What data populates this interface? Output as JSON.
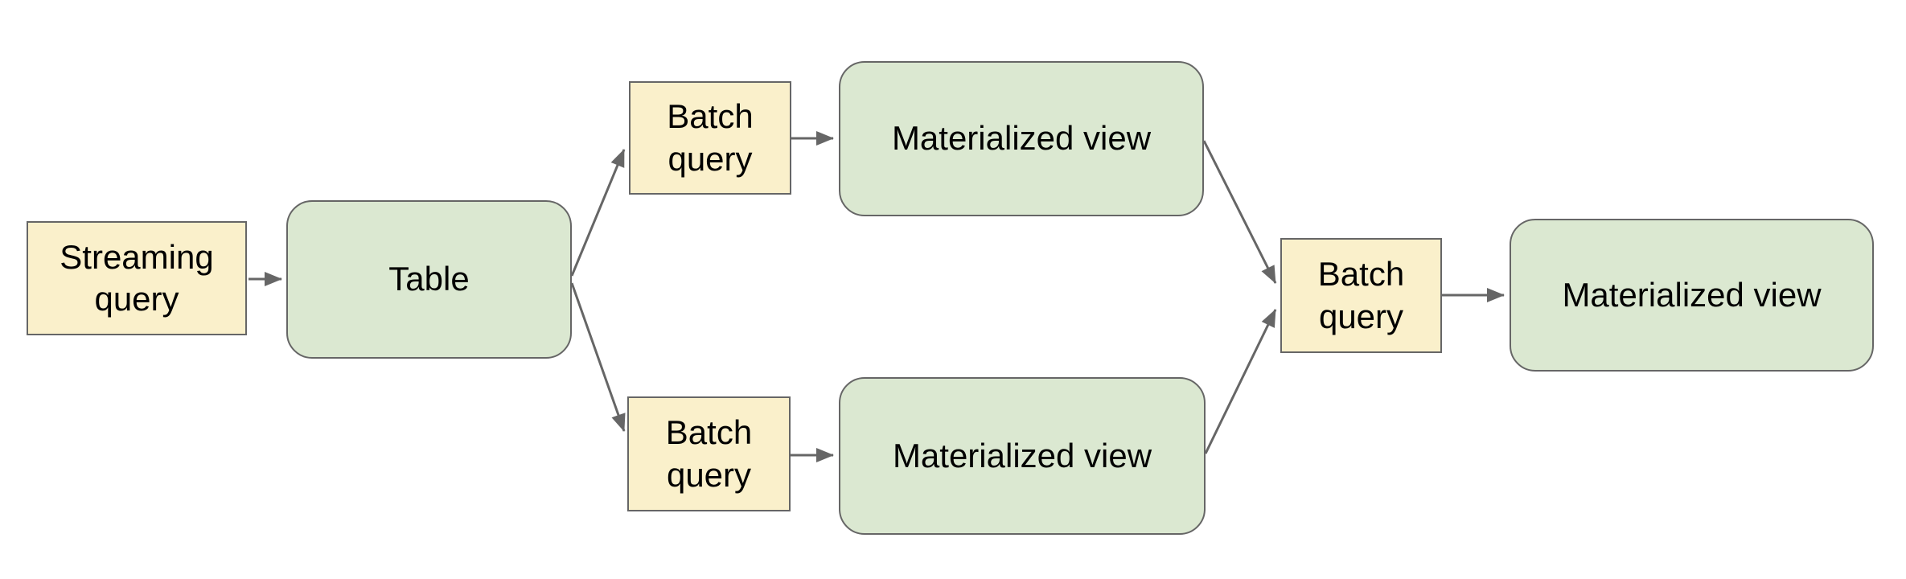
{
  "diagram": {
    "colors": {
      "query_fill": "#faf0cb",
      "view_fill": "#dbe8d1",
      "border": "#666666",
      "arrow": "#666666",
      "text": "#000000",
      "background": "#ffffff"
    },
    "nodes": [
      {
        "id": "streaming-query",
        "label": "Streaming query",
        "shape": "rectangle",
        "fill": "#faf0cb"
      },
      {
        "id": "table",
        "label": "Table",
        "shape": "rounded",
        "fill": "#dbe8d1"
      },
      {
        "id": "batch-query-top",
        "label": "Batch query",
        "shape": "rectangle",
        "fill": "#faf0cb"
      },
      {
        "id": "materialized-view-top",
        "label": "Materialized view",
        "shape": "rounded",
        "fill": "#dbe8d1"
      },
      {
        "id": "batch-query-bottom",
        "label": "Batch query",
        "shape": "rectangle",
        "fill": "#faf0cb"
      },
      {
        "id": "materialized-view-bottom",
        "label": "Materialized view",
        "shape": "rounded",
        "fill": "#dbe8d1"
      },
      {
        "id": "batch-query-merge",
        "label": "Batch query",
        "shape": "rectangle",
        "fill": "#faf0cb"
      },
      {
        "id": "materialized-view-final",
        "label": "Materialized view",
        "shape": "rounded",
        "fill": "#dbe8d1"
      }
    ],
    "edges": [
      {
        "from": "streaming-query",
        "to": "table"
      },
      {
        "from": "table",
        "to": "batch-query-top"
      },
      {
        "from": "table",
        "to": "batch-query-bottom"
      },
      {
        "from": "batch-query-top",
        "to": "materialized-view-top"
      },
      {
        "from": "batch-query-bottom",
        "to": "materialized-view-bottom"
      },
      {
        "from": "materialized-view-top",
        "to": "batch-query-merge"
      },
      {
        "from": "materialized-view-bottom",
        "to": "batch-query-merge"
      },
      {
        "from": "batch-query-merge",
        "to": "materialized-view-final"
      }
    ]
  }
}
